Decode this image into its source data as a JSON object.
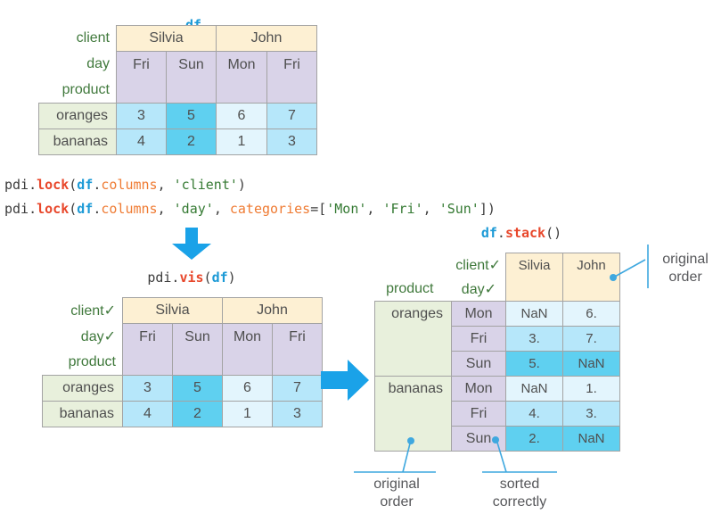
{
  "colors": {
    "accent_arrow_blue": "#1aa2e8",
    "annotation_line_blue": "#3fa8df",
    "header_cream": "#fdf0d3",
    "header_lavender": "#d9d3e8",
    "row_label_green_bg": "#e8f0dc",
    "cell_mon_blue": "#e3f5fd",
    "cell_fri_blue": "#b6e7fa",
    "cell_sun_cyan": "#5fd0f0",
    "grid_border_gray": "#a3a3a3",
    "label_text_green": "#40793c",
    "code_function_red": "#e8472b",
    "code_attr_orange": "#ef7b33",
    "code_df_blue": "#1c9ad6",
    "code_string_green": "#357a33"
  },
  "titles": {
    "df": "df",
    "vis": {
      "p0": "pdi",
      "p1": ".",
      "p2": "vis",
      "p3": "(",
      "p4": "df",
      "p5": ")"
    },
    "stack": {
      "p0": "df",
      "p1": ".",
      "p2": "stack",
      "p3": "()"
    }
  },
  "code": {
    "line1": {
      "p0": "pdi",
      "p1": ".",
      "p2": "lock",
      "p3": "(",
      "p4": "df",
      "p5": ".",
      "p6": "columns",
      "p7": ", ",
      "p8": "'client'",
      "p9": ")"
    },
    "line2": {
      "p0": "pdi",
      "p1": ".",
      "p2": "lock",
      "p3": "(",
      "p4": "df",
      "p5": ".",
      "p6": "columns",
      "p7": ", ",
      "p8": "'day'",
      "p9": ", ",
      "p10": "categories",
      "p11": "=[",
      "p12": "'Mon'",
      "p13": ", ",
      "p14": "'Fri'",
      "p15": ", ",
      "p16": "'Sun'",
      "p17": "])"
    }
  },
  "df_table": {
    "labels": {
      "l1": "client",
      "l2": "day",
      "l3": "product"
    },
    "groups": [
      "Silvia",
      "John"
    ],
    "days": [
      "Fri",
      "Sun",
      "Mon",
      "Fri"
    ],
    "rows": [
      {
        "label": "oranges",
        "values": [
          "3",
          "5",
          "6",
          "7"
        ]
      },
      {
        "label": "bananas",
        "values": [
          "4",
          "2",
          "1",
          "3"
        ]
      }
    ]
  },
  "vis_table": {
    "labels": {
      "l1": "client✓",
      "l2": "day✓",
      "l3": "product"
    },
    "groups": [
      "Silvia",
      "John"
    ],
    "days": [
      "Fri",
      "Sun",
      "Mon",
      "Fri"
    ],
    "rows": [
      {
        "label": "oranges",
        "values": [
          "3",
          "5",
          "6",
          "7"
        ]
      },
      {
        "label": "bananas",
        "values": [
          "4",
          "2",
          "1",
          "3"
        ]
      }
    ]
  },
  "stack_table": {
    "labels": {
      "client": "client✓",
      "product": "product",
      "day": "day✓"
    },
    "groups": [
      "Silvia",
      "John"
    ],
    "blocks": [
      {
        "product": "oranges",
        "rows": [
          {
            "day": "Mon",
            "values": [
              "NaN",
              "6."
            ]
          },
          {
            "day": "Fri",
            "values": [
              "3.",
              "7."
            ]
          },
          {
            "day": "Sun",
            "values": [
              "5.",
              "NaN"
            ]
          }
        ]
      },
      {
        "product": "bananas",
        "rows": [
          {
            "day": "Mon",
            "values": [
              "NaN",
              "1."
            ]
          },
          {
            "day": "Fri",
            "values": [
              "4.",
              "3."
            ]
          },
          {
            "day": "Sun",
            "values": [
              "2.",
              "NaN"
            ]
          }
        ]
      }
    ]
  },
  "annotations": {
    "top_right": {
      "l1": "original",
      "l2": "order"
    },
    "bottom_left": {
      "l1": "original",
      "l2": "order"
    },
    "bottom_right": {
      "l1": "sorted",
      "l2": "correctly"
    }
  }
}
